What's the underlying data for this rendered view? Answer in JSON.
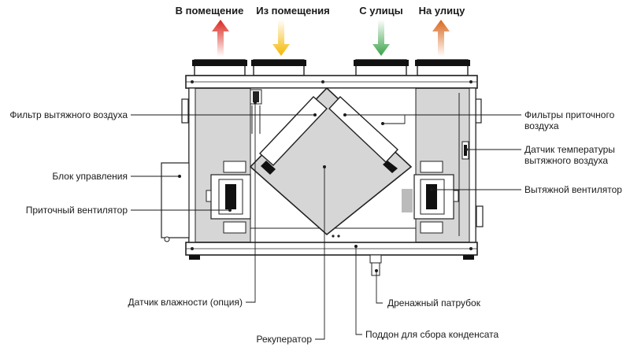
{
  "flows": [
    {
      "id": "to-room",
      "label": "В помещение",
      "color": "#d9261c",
      "direction": "up"
    },
    {
      "id": "from-room",
      "label": "Из помещения",
      "color": "#f5b800",
      "direction": "down"
    },
    {
      "id": "from-street",
      "label": "С улицы",
      "color": "#3aa348",
      "direction": "down"
    },
    {
      "id": "to-street",
      "label": "На улицу",
      "color": "#d9661c",
      "direction": "up"
    }
  ],
  "callouts": {
    "exhaust_filter": "Фильтр вытяжного воздуха",
    "control_unit": "Блок управления",
    "supply_fan": "Приточный вентилятор",
    "supply_filters_line1": "Фильтры приточного",
    "supply_filters_line2": "воздуха",
    "exhaust_temp_sensor_line1": "Датчик температуры",
    "exhaust_temp_sensor_line2": "вытяжного воздуха",
    "exhaust_fan": "Вытяжной вентилятор",
    "humidity_sensor": "Датчик влажности (опция)",
    "drain_pipe": "Дренажный патрубок",
    "recuperator": "Рекуператор",
    "condensate_tray": "Поддон для сбора конденсата"
  }
}
